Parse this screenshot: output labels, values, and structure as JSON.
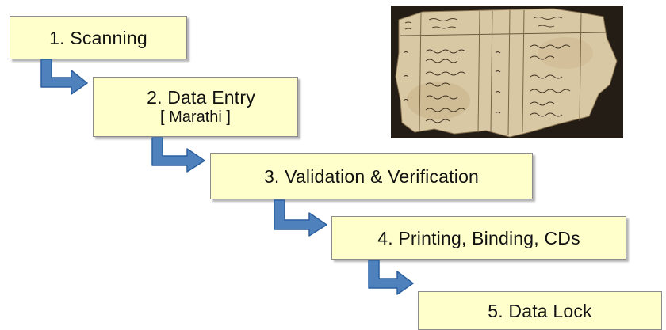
{
  "steps": [
    {
      "id": "scanning",
      "label": "1. Scanning"
    },
    {
      "id": "data-entry",
      "label": "2. Data Entry",
      "sub": "[ Marathi ]"
    },
    {
      "id": "validation",
      "label": "3. Validation & Verification"
    },
    {
      "id": "printing",
      "label": "4. Printing, Binding, CDs"
    },
    {
      "id": "data-lock",
      "label": "5. Data Lock"
    }
  ],
  "colors": {
    "box_fill": "#ffffcc",
    "box_border": "#8c8c8c",
    "arrow": "#4f81bd",
    "arrow_dark": "#2c5f9e",
    "document_paper": "#d8c8a4",
    "photo_background": "#241d15"
  },
  "image": {
    "description_icon": "old-handwritten-register-photo-icon"
  }
}
